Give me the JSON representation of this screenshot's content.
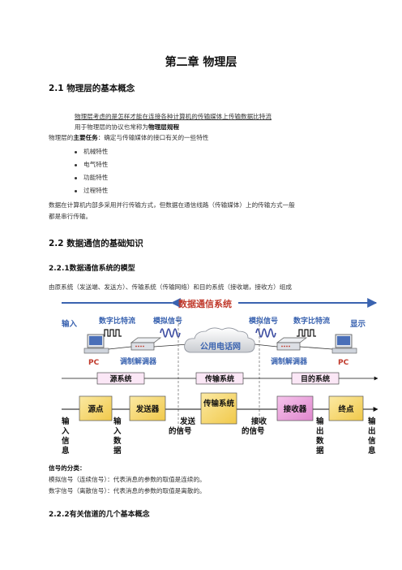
{
  "chapter_title": "第二章  物理层",
  "sec21": {
    "heading": "2.1  物理层的基本概念",
    "line1": "物理层考虑的是怎样才能在连接各种计算机的传输媒体上传输数据比特流",
    "line2_prefix": "用于物理层的协议也常称为",
    "line2_bold": "物理层规程",
    "line3_prefix": "物理层的",
    "line3_bold": "主要任务",
    "line3_suffix": "：确定与传输媒体的接口有关的一些特性",
    "bullets": [
      "机械特性",
      "电气特性",
      "功能特性",
      "过程特性"
    ],
    "para_line1": "数据在计算机内部多采用并行传输方式，但数据在通信线路（传输媒体）上的传输方式一般",
    "para_line2": "都是串行传输。"
  },
  "sec22": {
    "heading": "2.2  数据通信的基础知识",
    "sub1": "2.2.1数据通信系统的模型",
    "sub1_text": "由原系统（发送端、发送方）、传输系统（传输网络）和目的系统（接收端，接收方）组成"
  },
  "diagram": {
    "title": "数据通信系统",
    "input": "输入",
    "display": "显示",
    "digital_left": "数字比特流",
    "analog_left": "模拟信号",
    "analog_right": "模拟信号",
    "digital_right": "数字比特流",
    "cloud": "公用电话网",
    "pc_left": "PC",
    "pc_right": "PC",
    "modem_left": "调制解调器",
    "modem_right": "调制解调器",
    "source_system": "源系统",
    "transmission_system": "传输系统",
    "dest_system": "目的系统",
    "source": "源点",
    "transmitter": "发送器",
    "transmission_block": "传输系统",
    "receiver": "接收器",
    "destination": "终点",
    "input_info": [
      "输",
      "入",
      "信",
      "息"
    ],
    "input_data": [
      "输",
      "入",
      "数",
      "据"
    ],
    "sent_signal": [
      "发送",
      "的信号"
    ],
    "recv_signal": [
      "接收",
      "的信号"
    ],
    "output_data": [
      "输",
      "出",
      "数",
      "据"
    ],
    "output_info": [
      "输",
      "出",
      "信",
      "息"
    ]
  },
  "signals": {
    "heading": "信号的分类：",
    "analog": "模拟信号（连续信号）：代表消息的参数的取值是连续的。",
    "digital": "数字信号（离散信号）：代表消息的参数的取值是离散的。"
  },
  "sub2": "2.2.2有关信道的几个基本概念",
  "colors": {
    "accent_blue": "#3a63b0",
    "title_red": "#c0392b",
    "block_yellow": "#f5d66b",
    "block_pink": "#e89ad6"
  }
}
